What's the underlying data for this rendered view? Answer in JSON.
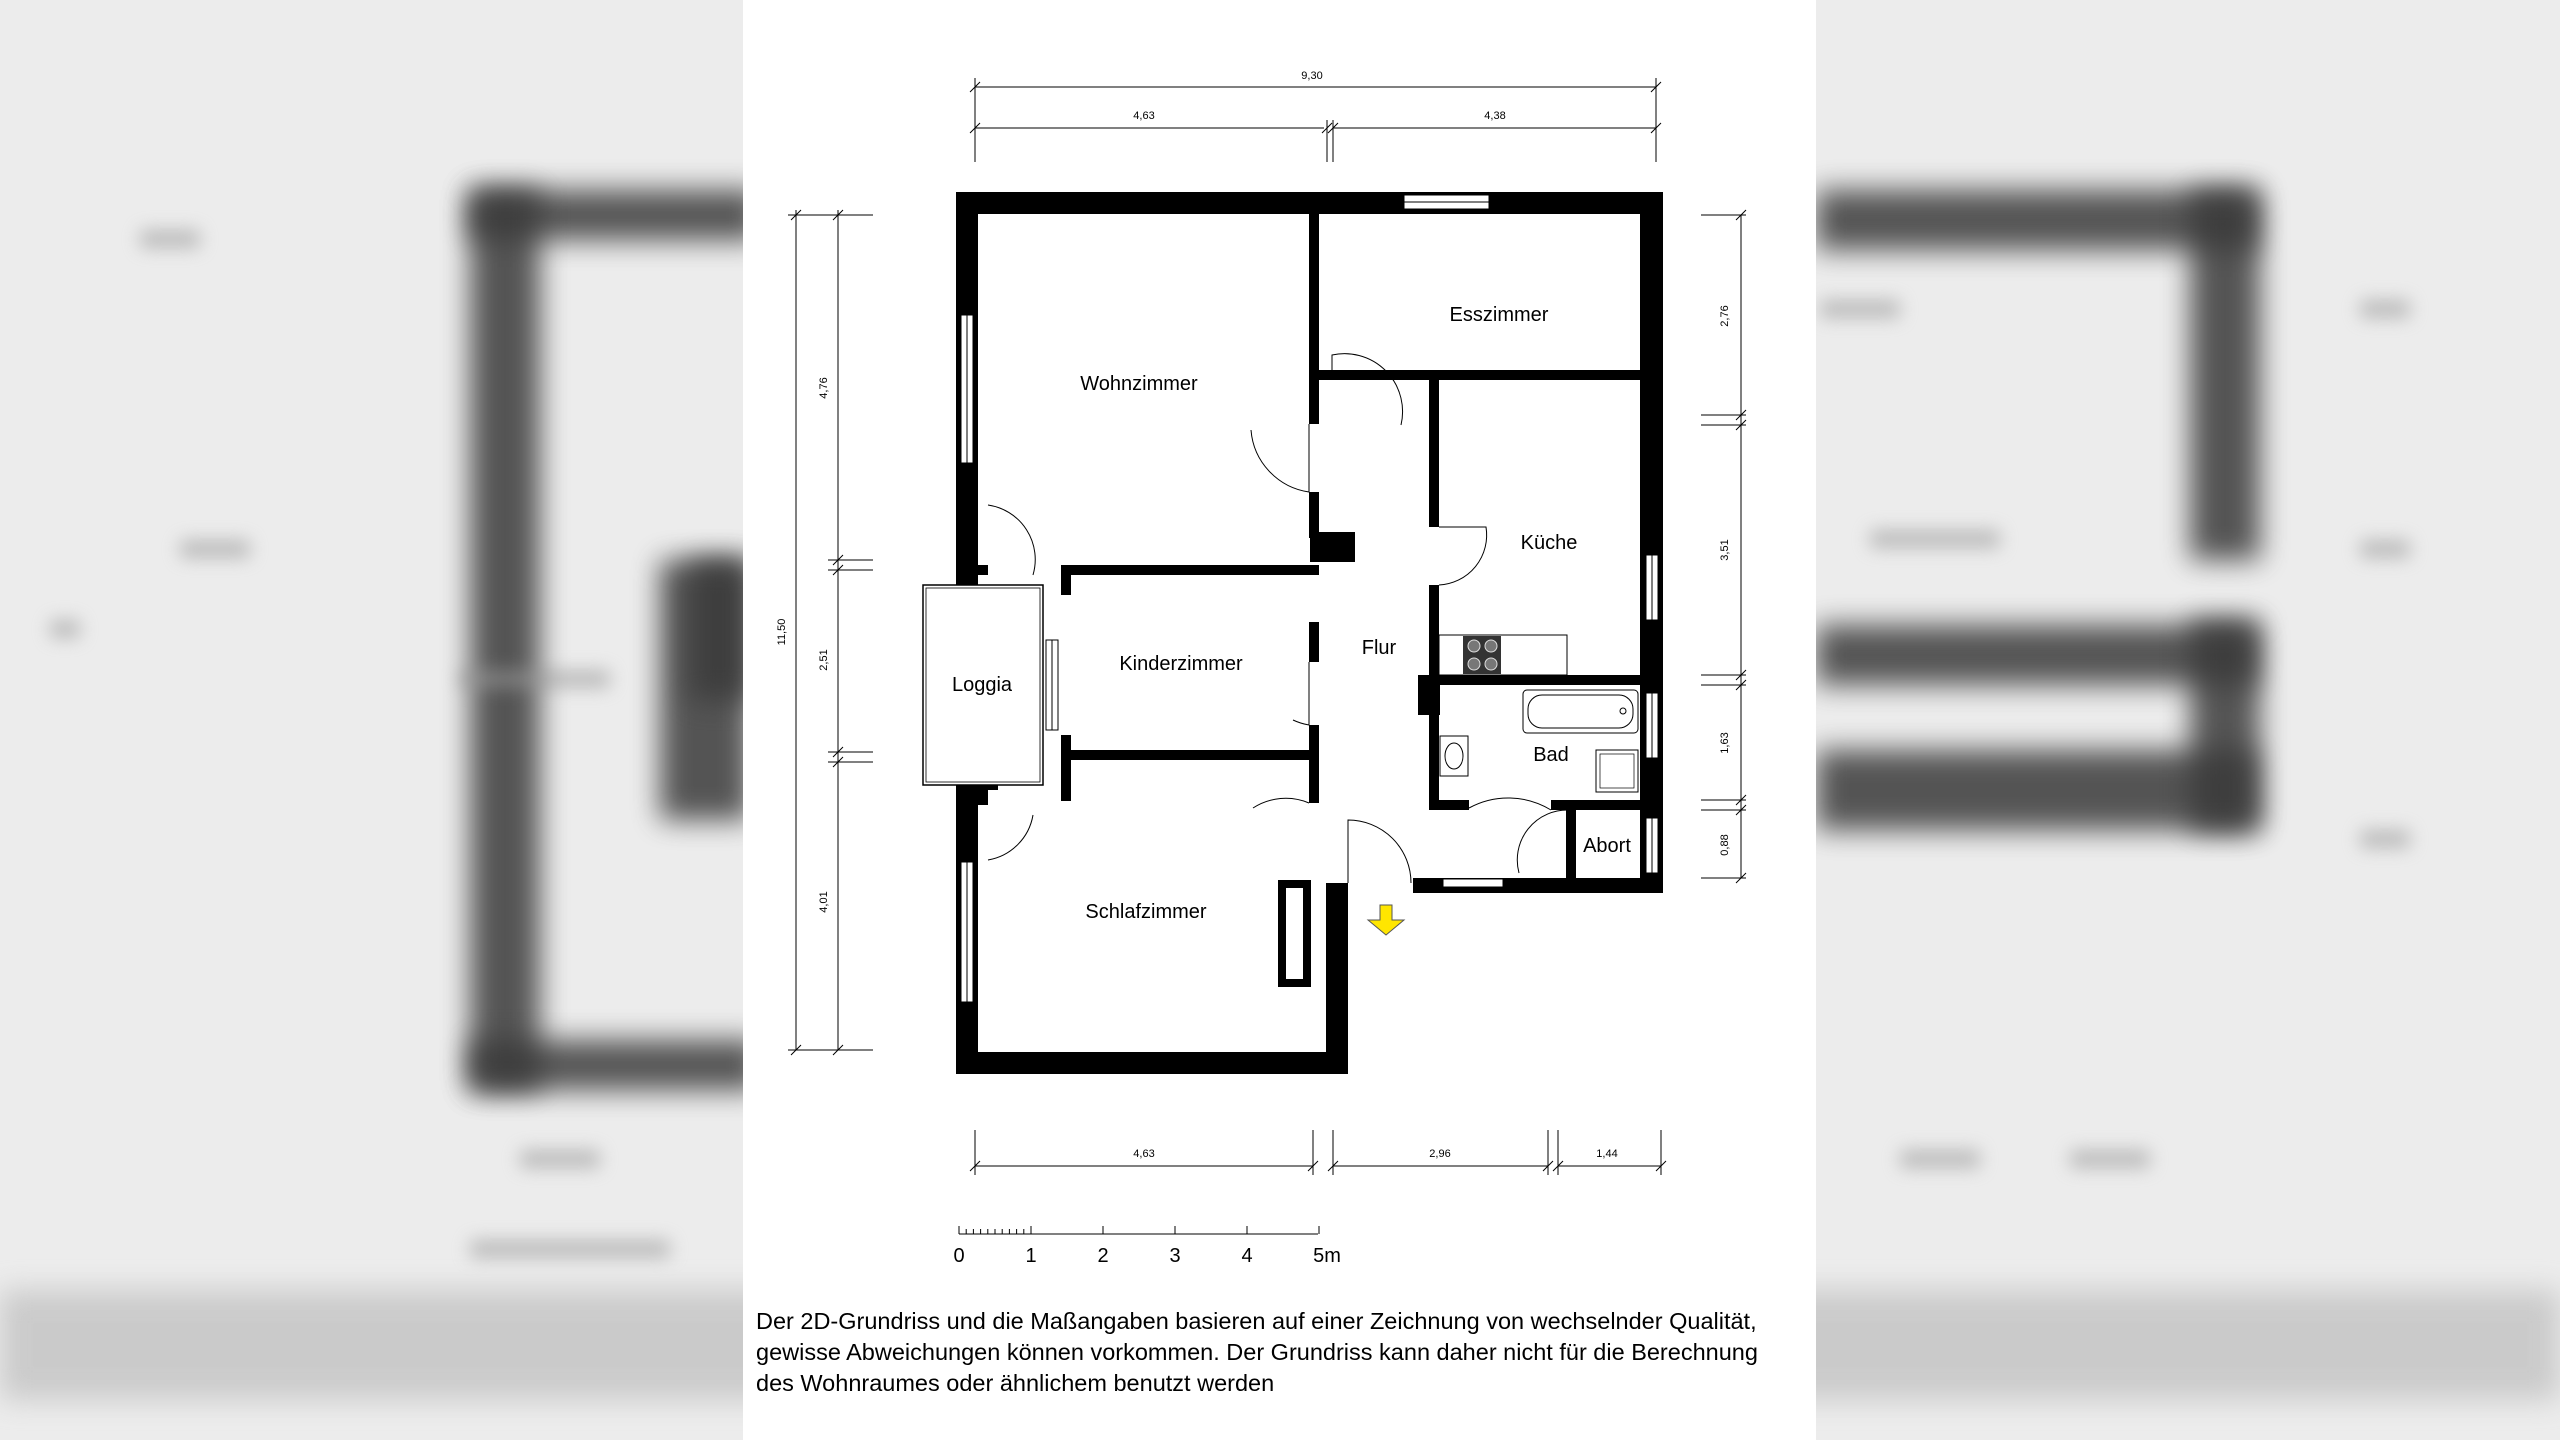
{
  "plan": {
    "rooms": {
      "wohnzimmer": "Wohnzimmer",
      "esszimmer": "Esszimmer",
      "kueche": "Küche",
      "kinderzimmer": "Kinderzimmer",
      "flur": "Flur",
      "loggia": "Loggia",
      "bad": "Bad",
      "abort": "Abort",
      "schlafzimmer": "Schlafzimmer"
    },
    "dimensions": {
      "top_total": "9,30",
      "top_left": "4,63",
      "top_right": "4,38",
      "left_total": "11,50",
      "left_1": "4,76",
      "left_2": "2,51",
      "left_3": "4,01",
      "right_1": "2,76",
      "right_2": "3,51",
      "right_3": "1,63",
      "right_4": "0,88",
      "bottom_1": "4,63",
      "bottom_2": "2,96",
      "bottom_3": "1,44"
    },
    "scale_bar": {
      "ticks": [
        "0",
        "1",
        "2",
        "3",
        "4",
        "5m"
      ]
    },
    "entrance_arrow_color": "#ffe600"
  },
  "disclaimer": {
    "line1": "Der 2D-Grundriss und die Maßangaben basieren auf einer Zeichnung von wechselnder Qualität,",
    "line2": "gewisse Abweichungen können vorkommen. Der Grundriss kann daher nicht für die Berechnung",
    "line3": "des Wohnraumes oder ähnlichem benutzt werden"
  }
}
